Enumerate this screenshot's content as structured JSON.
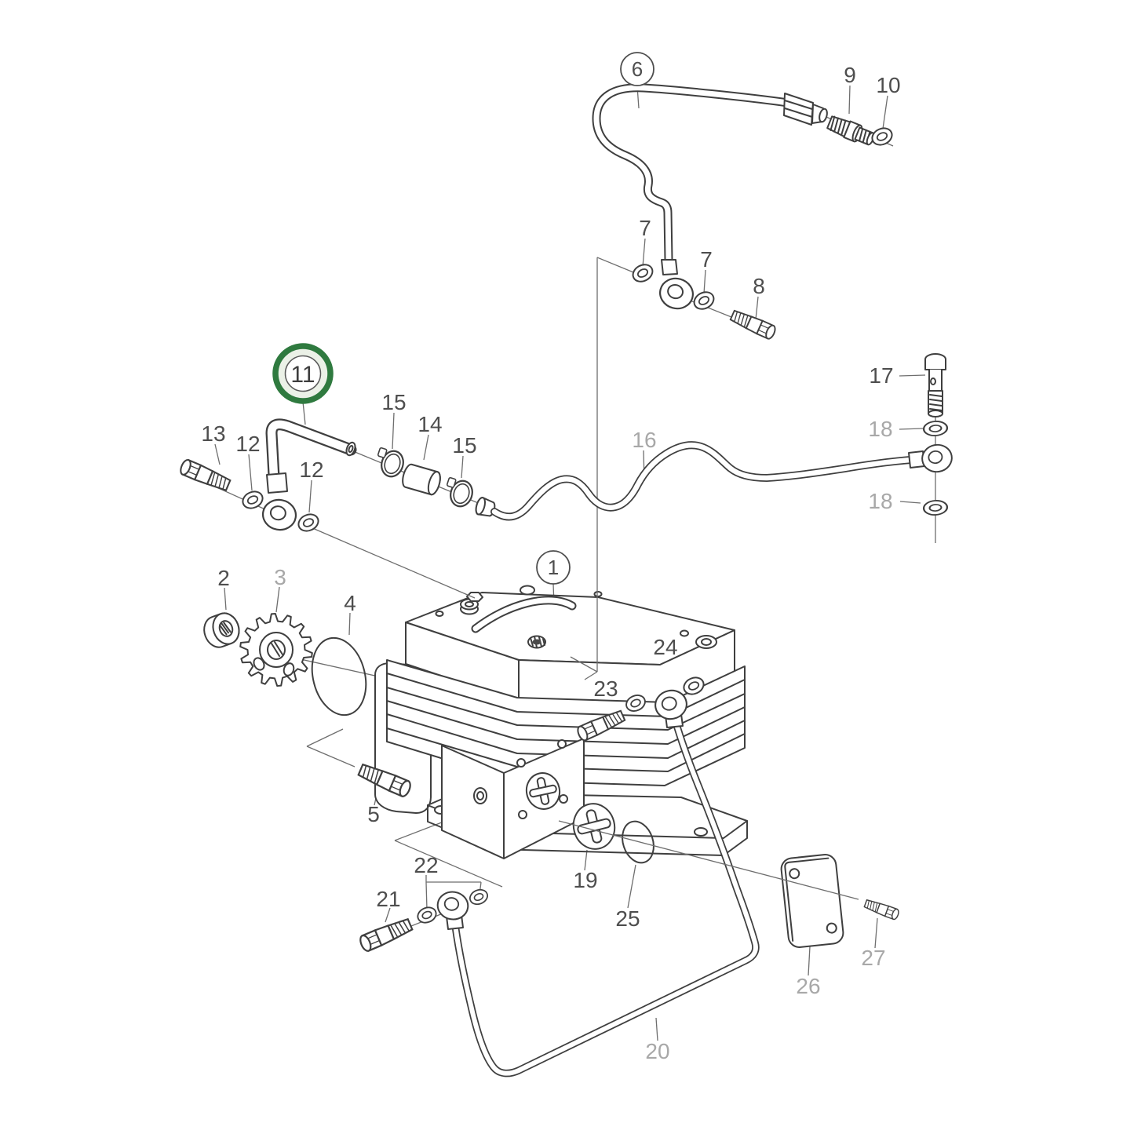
{
  "diagram": {
    "kind": "exploded-parts-diagram",
    "background": "#ffffff",
    "line_color": "#3f3f3f",
    "leader_color": "#6e6e6e",
    "label_color_dark": "#4e4e4e",
    "label_color_light": "#a8a8a8",
    "highlight": {
      "ring_color": "#2f7a3f",
      "ring_fill": "#ebf1e7",
      "inner_fill": "#ffffff",
      "selected_callout": "11"
    },
    "callouts": [
      {
        "label": "1",
        "style": "circled",
        "shade": "dark"
      },
      {
        "label": "2",
        "style": "plain",
        "shade": "dark"
      },
      {
        "label": "3",
        "style": "plain",
        "shade": "light"
      },
      {
        "label": "4",
        "style": "plain",
        "shade": "dark"
      },
      {
        "label": "5",
        "style": "plain",
        "shade": "dark"
      },
      {
        "label": "6",
        "style": "circled",
        "shade": "dark"
      },
      {
        "label": "7",
        "style": "plain",
        "shade": "dark"
      },
      {
        "label": "7",
        "style": "plain",
        "shade": "dark"
      },
      {
        "label": "8",
        "style": "plain",
        "shade": "dark"
      },
      {
        "label": "9",
        "style": "plain",
        "shade": "dark"
      },
      {
        "label": "10",
        "style": "plain",
        "shade": "dark"
      },
      {
        "label": "11",
        "style": "highlighted",
        "shade": "dark"
      },
      {
        "label": "12",
        "style": "plain",
        "shade": "dark"
      },
      {
        "label": "12",
        "style": "plain",
        "shade": "dark"
      },
      {
        "label": "13",
        "style": "plain",
        "shade": "dark"
      },
      {
        "label": "14",
        "style": "plain",
        "shade": "dark"
      },
      {
        "label": "15",
        "style": "plain",
        "shade": "dark"
      },
      {
        "label": "15",
        "style": "plain",
        "shade": "dark"
      },
      {
        "label": "16",
        "style": "plain",
        "shade": "light"
      },
      {
        "label": "17",
        "style": "plain",
        "shade": "dark"
      },
      {
        "label": "18",
        "style": "plain",
        "shade": "light"
      },
      {
        "label": "18",
        "style": "plain",
        "shade": "light"
      },
      {
        "label": "19",
        "style": "plain",
        "shade": "dark"
      },
      {
        "label": "20",
        "style": "plain",
        "shade": "light"
      },
      {
        "label": "21",
        "style": "plain",
        "shade": "dark"
      },
      {
        "label": "22",
        "style": "plain",
        "shade": "dark"
      },
      {
        "label": "23",
        "style": "plain",
        "shade": "dark"
      },
      {
        "label": "24",
        "style": "plain",
        "shade": "dark"
      },
      {
        "label": "25",
        "style": "plain",
        "shade": "dark"
      },
      {
        "label": "26",
        "style": "plain",
        "shade": "light"
      },
      {
        "label": "27",
        "style": "plain",
        "shade": "light"
      }
    ]
  }
}
